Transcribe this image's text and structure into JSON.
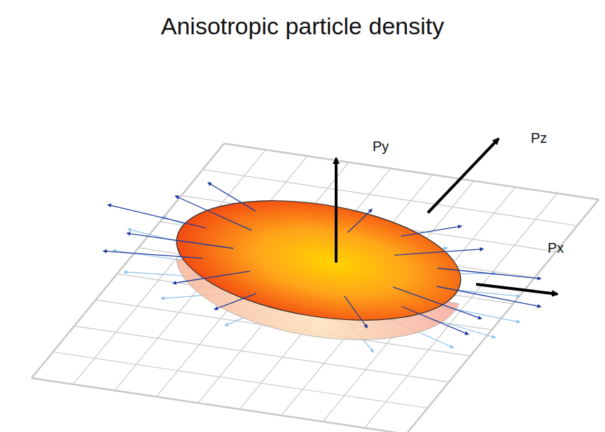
{
  "diagram": {
    "title": "Anisotropic particle density",
    "labels": [
      "Py",
      "Pz",
      "Px"
    ]
  }
}
